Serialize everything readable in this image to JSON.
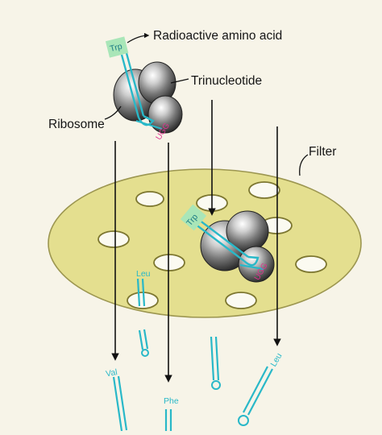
{
  "labels": {
    "radioactive_amino_acid": "Radioactive amino acid",
    "trinucleotide": "Trinucleotide",
    "ribosome": "Ribosome",
    "filter": "Filter"
  },
  "amino_acids": {
    "bound_top": "Trp",
    "bound_filter": "Trp",
    "leu_in_hole": "Leu",
    "val_passed": "Val",
    "phe_passed": "Phe",
    "leu_passed": "Leu"
  },
  "codons": {
    "top": "UGG",
    "filter": "UGG"
  },
  "colors": {
    "background": "#f7f4e8",
    "filter_disc": "#e4df8f",
    "trna_cyan": "#29b8c8",
    "amino_acid_tag": "#a9e6b8",
    "codon_magenta": "#e0318f",
    "arrow": "#111111"
  }
}
